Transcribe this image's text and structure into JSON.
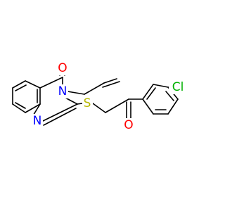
{
  "structure": {
    "atoms": [
      {
        "id": "O_carbonyl_ring",
        "label": "O",
        "color": "#ff0000"
      },
      {
        "id": "N3",
        "label": "N",
        "color": "#0000ff"
      },
      {
        "id": "N1",
        "label": "N",
        "color": "#0000ff"
      },
      {
        "id": "S",
        "label": "S",
        "color": "#b8b800"
      },
      {
        "id": "O_ketone",
        "label": "O",
        "color": "#ff0000"
      },
      {
        "id": "Cl",
        "label": "Cl",
        "color": "#00b000"
      }
    ],
    "bond_color": "#000000"
  }
}
